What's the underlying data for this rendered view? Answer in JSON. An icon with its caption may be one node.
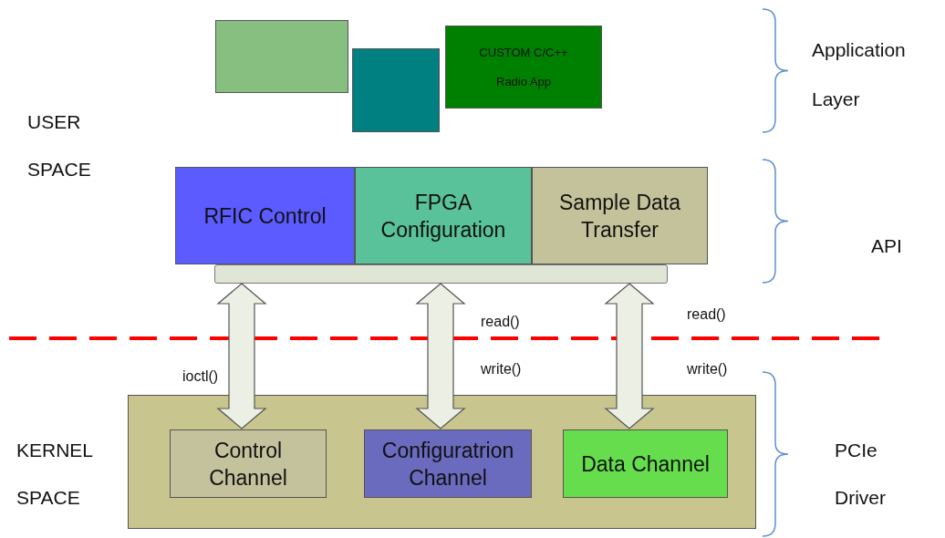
{
  "diagram": {
    "nodes": [
      {
        "text": [],
        "shape": "box"
      },
      {
        "text": [],
        "shape": "box"
      },
      {
        "text": [
          "CUSTOM C/C++ Radio App"
        ]
      },
      {
        "text": [
          "RFIC Control"
        ]
      },
      {
        "text": [
          "FPGA Configuration"
        ]
      },
      {
        "text": [
          "Sample Data Transfer"
        ]
      },
      {
        "text": [],
        "shape": "bar"
      },
      {
        "text": [],
        "shape": "box"
      },
      {
        "text": [
          "Control Channel"
        ],
        "in": 7
      },
      {
        "text": [
          "Configuratrion Channel"
        ],
        "in": 7
      },
      {
        "text": [
          "Data Channel"
        ],
        "in": 7
      }
    ],
    "edges": [
      {
        "from": 6,
        "to": 8,
        "arrow": "both"
      },
      {
        "from": 6,
        "to": 9,
        "arrow": "both"
      },
      {
        "from": 6,
        "to": 10,
        "arrow": "both"
      }
    ],
    "labels": [
      "Application Layer",
      "USER SPACE",
      "API",
      "read()",
      "read()",
      "ioctl()",
      "write()",
      "write()",
      "KERNEL SPACE",
      "PCIe Driver"
    ]
  }
}
